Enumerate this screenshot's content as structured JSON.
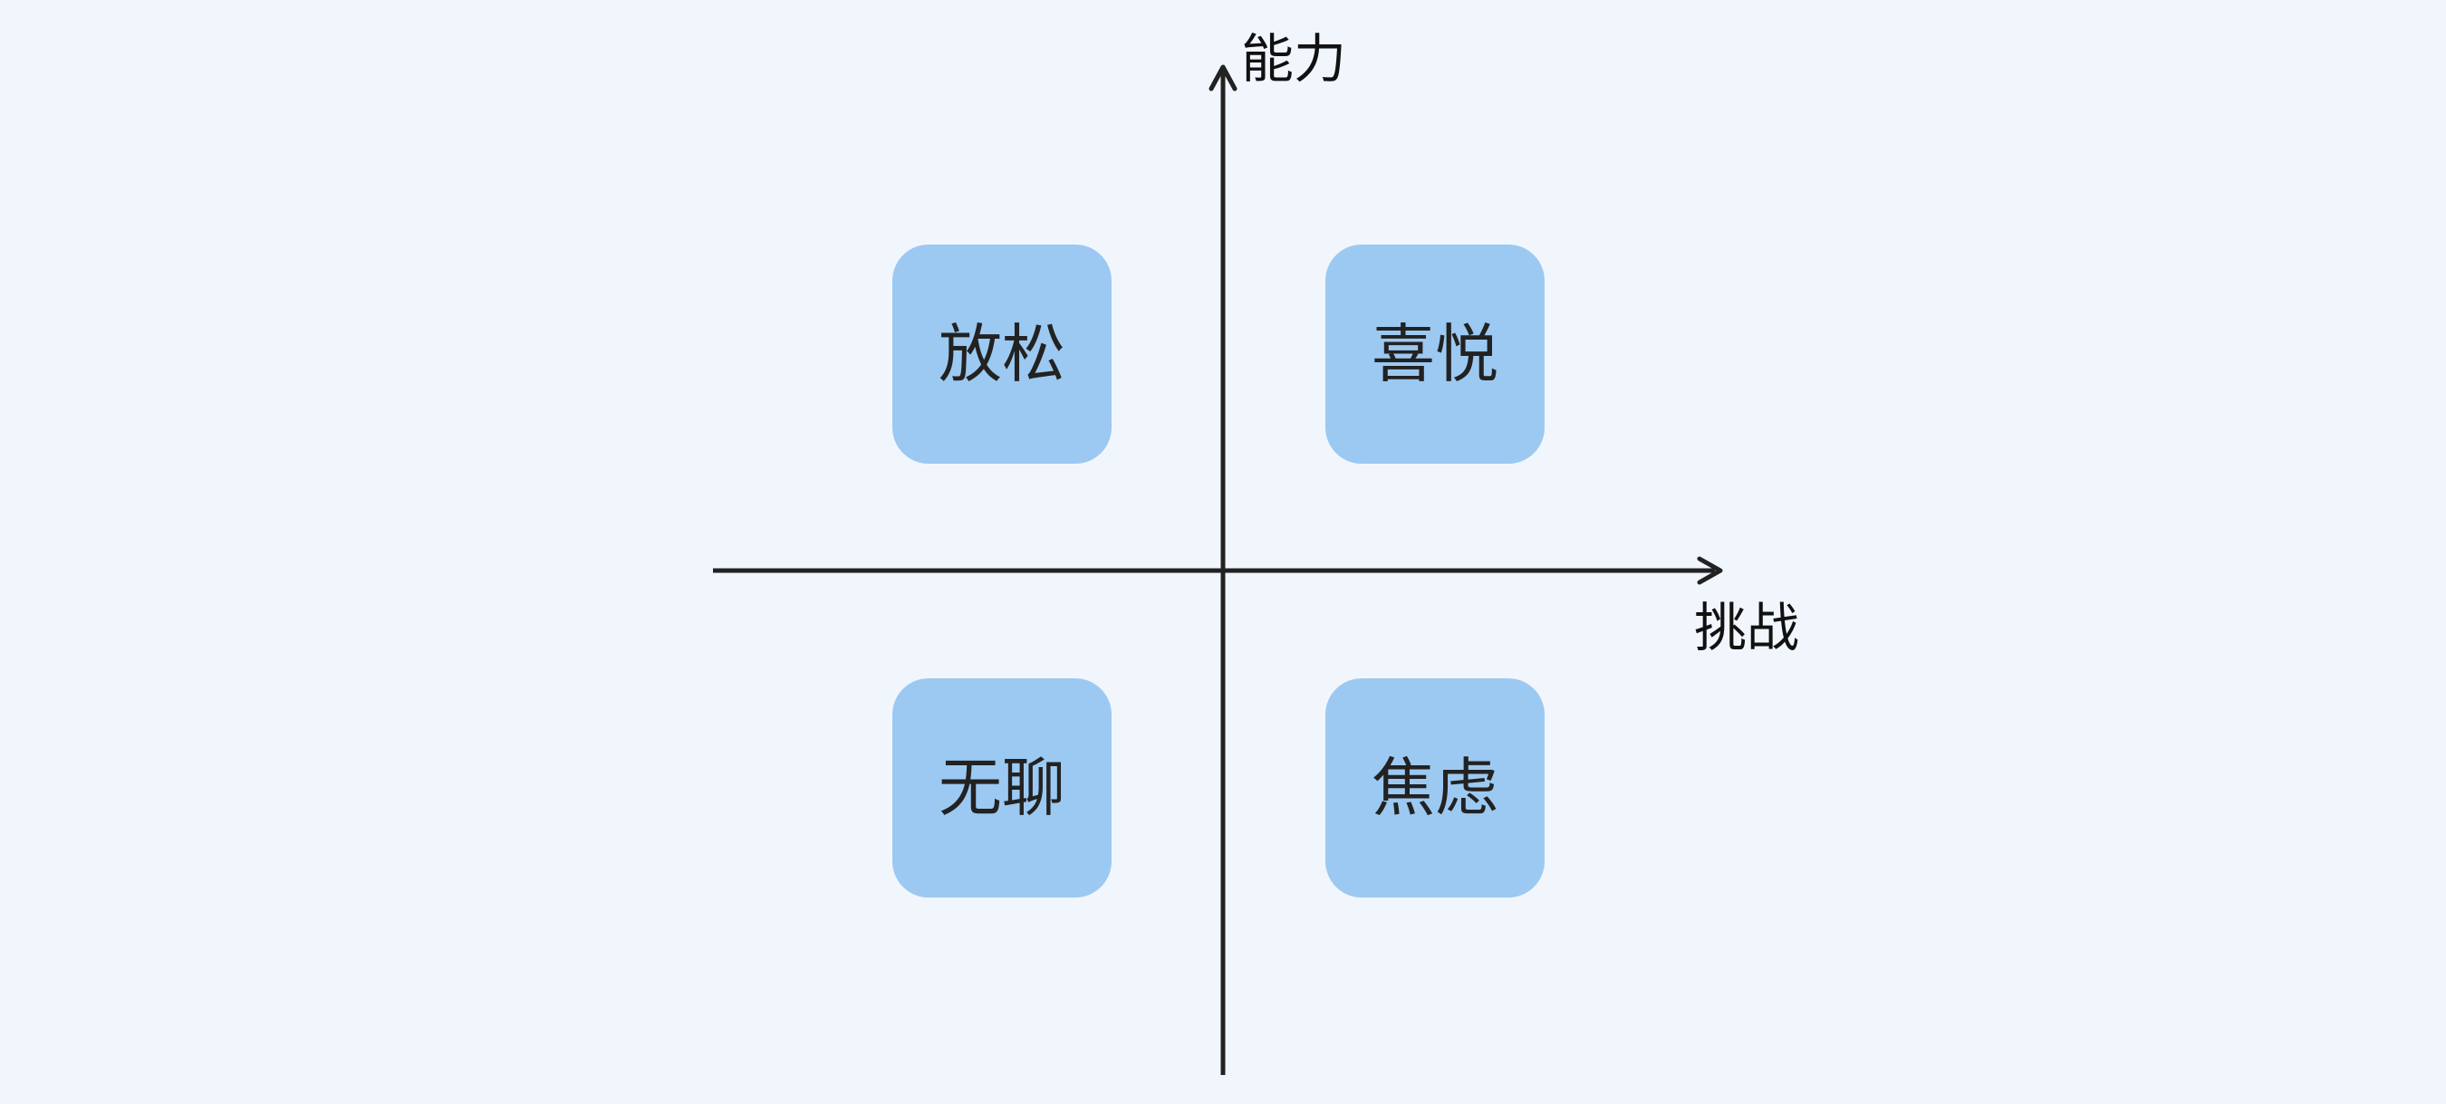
{
  "axes": {
    "y_label": "能力",
    "x_label": "挑战"
  },
  "quadrants": {
    "top_left": "放松",
    "top_right": "喜悦",
    "bottom_left": "无聊",
    "bottom_right": "焦虑"
  },
  "colors": {
    "background": "#f1f6fd",
    "quadrant_fill": "#9cc9f1",
    "axis": "#222222",
    "text": "#222222"
  }
}
